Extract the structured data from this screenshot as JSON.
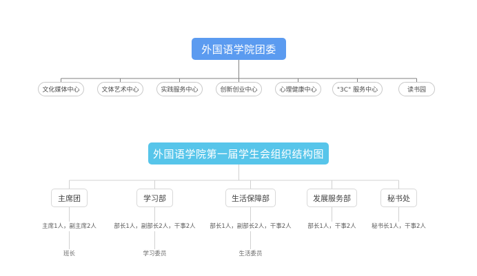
{
  "charts": [
    {
      "id": "league-committee",
      "root": {
        "label": "外国语学院团委"
      },
      "children": [
        {
          "label": "文化媒体中心"
        },
        {
          "label": "文体艺术中心"
        },
        {
          "label": "实践服务中心"
        },
        {
          "label": "创新创业中心"
        },
        {
          "label": "心理健康中心"
        },
        {
          "label": "\"3C\" 服务中心"
        },
        {
          "label": "读书园"
        }
      ],
      "colors": {
        "root_fill": "#5b9bf0",
        "root_text": "#ffffff",
        "connector": "#808080",
        "node_border": "#c8c8c8"
      }
    },
    {
      "id": "student-union",
      "root": {
        "label": "外国语学院第一届学生会组织结构图"
      },
      "departments": [
        {
          "label": "主席团",
          "staffing": "主席1人，副主席2人",
          "leaf": "班长"
        },
        {
          "label": "学习部",
          "staffing": "部长1人，副部长2人，干事2人",
          "leaf": "学习委员"
        },
        {
          "label": "生活保障部",
          "staffing": "部长1人，副部长2人，干事2人",
          "leaf": "生活委员"
        },
        {
          "label": "发展服务部",
          "staffing": "部长1人，干事2人",
          "leaf": null
        },
        {
          "label": "秘书处",
          "staffing": "秘书长1人，干事2人",
          "leaf": null
        }
      ],
      "colors": {
        "root_fill": "#57c5ea",
        "root_text": "#ffffff",
        "connector": "#d0d0d0",
        "node_border": "#d8d8d8"
      }
    }
  ]
}
